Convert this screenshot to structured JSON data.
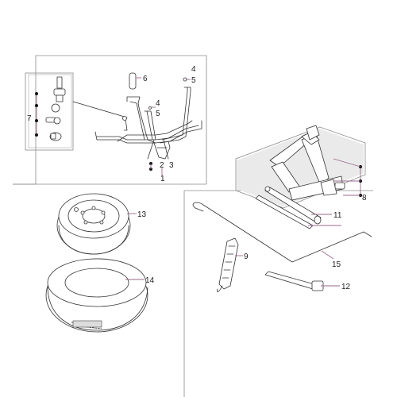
{
  "diagram": {
    "accent_color": "#9a6a8e",
    "labels": {
      "l1": "1",
      "l2": "2",
      "l3": "3",
      "l4a": "4",
      "l5a": "5",
      "l4b": "4",
      "l5b": "5",
      "l6": "6",
      "l7": "7",
      "l8": "8",
      "l9": "9",
      "l11": "11",
      "l12": "12",
      "l13": "13",
      "l14": "14",
      "l15": "15"
    },
    "parts": [
      "jack-kit-assembly-icon",
      "scissor-jack-icon",
      "wheel-rim-icon",
      "tire-icon",
      "tow-hook-rod-icon",
      "wheel-wrench-icon",
      "strap-icon"
    ]
  }
}
